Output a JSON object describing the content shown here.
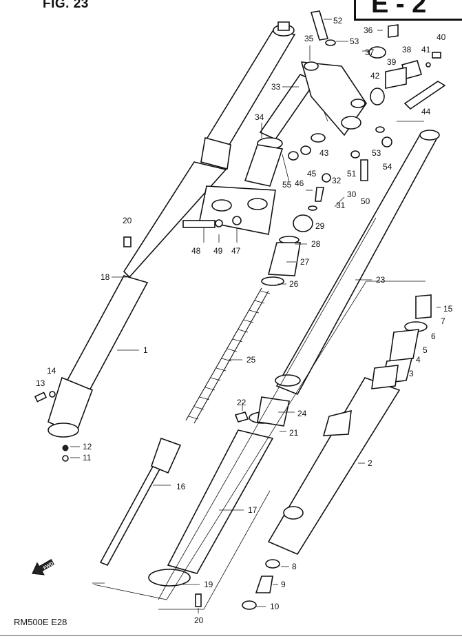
{
  "figure": {
    "title": "FIG. 23",
    "model_code": "RM500E  E28",
    "box_label": "E - 2",
    "direction_marker": "FWD"
  },
  "callouts": [
    "52",
    "53",
    "36",
    "40",
    "35",
    "37",
    "38",
    "41",
    "39",
    "42",
    "33",
    "44",
    "34",
    "43",
    "53",
    "54",
    "55",
    "46",
    "45",
    "51",
    "32",
    "30",
    "31",
    "50",
    "20",
    "29",
    "48",
    "49",
    "47",
    "28",
    "18",
    "27",
    "26",
    "23",
    "15",
    "7",
    "6",
    "1",
    "5",
    "25",
    "4",
    "3",
    "14",
    "13",
    "22",
    "24",
    "21",
    "12",
    "11",
    "2",
    "16",
    "17",
    "8",
    "19",
    "9",
    "20",
    "10"
  ]
}
